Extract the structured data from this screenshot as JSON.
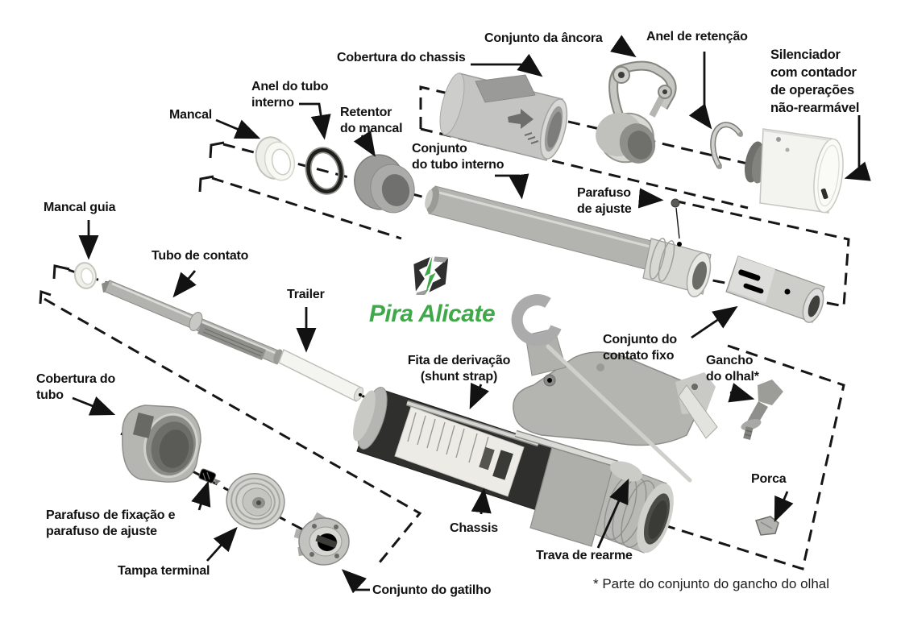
{
  "logo": {
    "text": "Pira Alicate",
    "color": "#3FA94A",
    "icon": "lightning-bolt-logo-icon"
  },
  "footnote": "* Parte do conjunto do gancho do olhal",
  "labels": {
    "mancal": "Mancal",
    "anel_tubo_interno": "Anel do tubo\ninterno",
    "retentor_mancal": "Retentor\ndo mancal",
    "cobertura_chassis": "Cobertura do chassis",
    "conjunto_ancora": "Conjunto da âncora",
    "anel_retencao": "Anel de retenção",
    "silenciador": "Silenciador\ncom contador\nde operações\nnão-rearmável",
    "conjunto_tubo_interno": "Conjunto\ndo tubo interno",
    "parafuso_ajuste": "Parafuso\nde ajuste",
    "mancal_guia": "Mancal guia",
    "tubo_contato": "Tubo de contato",
    "trailer": "Trailer",
    "conjunto_contato_fixo": "Conjunto do\ncontato fixo",
    "gancho_olhal": "Gancho\ndo olhal*",
    "cobertura_tubo": "Cobertura do\ntubo",
    "fita_derivacao": "Fita de derivação\n(shunt strap)",
    "parafuso_fixacao": "Parafuso de fixação e\nparafuso de ajuste",
    "tampa_terminal": "Tampa terminal",
    "conjunto_gatilho": "Conjunto do gatilho",
    "chassis": "Chassis",
    "trava_rearme": "Trava de rearme",
    "porca": "Porca"
  },
  "colors": {
    "label_text": "#121212",
    "logo_green": "#3FA94A",
    "line_black": "#161616",
    "metal_light": "#d7d7d5",
    "metal_mid": "#b3b3b1",
    "metal_dark": "#6f6f6d",
    "cartridge_dark": "#2f2f2d"
  }
}
